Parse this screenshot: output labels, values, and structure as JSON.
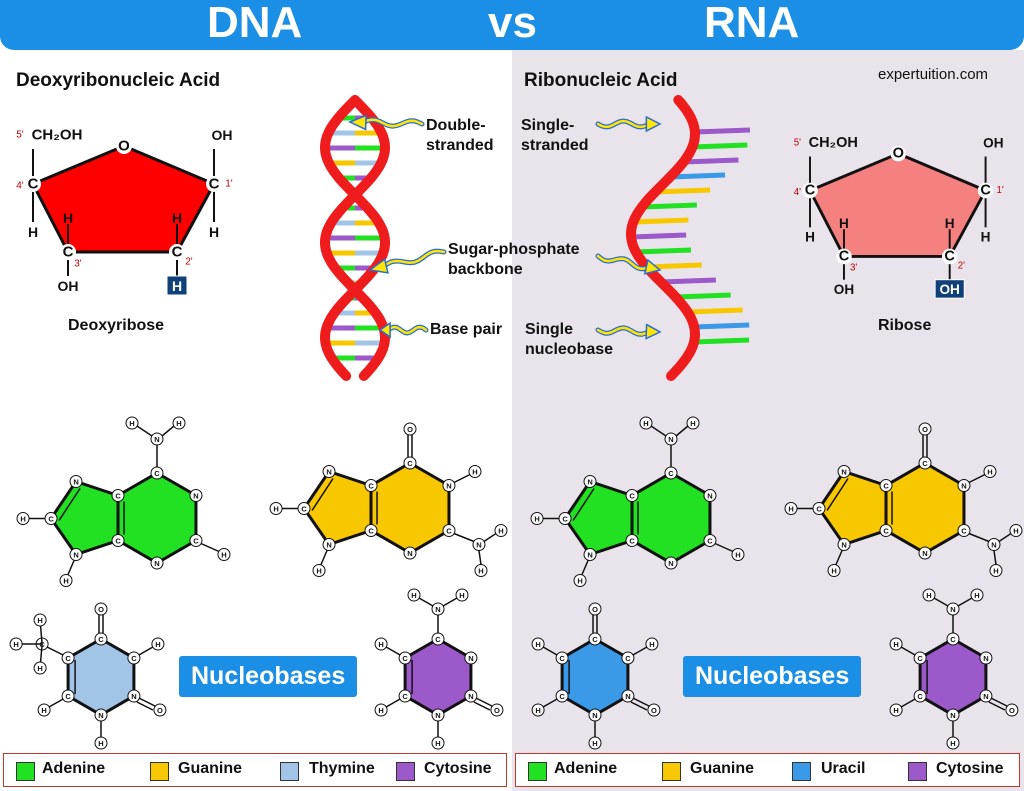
{
  "header": {
    "left": "DNA",
    "mid": "vs",
    "right": "RNA"
  },
  "credit": "expertuition.com",
  "dna": {
    "title": "Deoxyribonucleic Acid",
    "sugar_name": "Deoxyribose",
    "helix_labels": [
      "Double-\nstranded",
      "Sugar-phosphate\nbackbone",
      "Base pair"
    ],
    "sugar": {
      "c5": "5'",
      "ch2oh": "CH₂OH",
      "o": "O",
      "oh1": "OH",
      "c1": "1'",
      "c4": "4'",
      "c3": "3'",
      "c2": "2'",
      "h": "H",
      "oh3": "OH",
      "c": "C",
      "sub2": "H"
    }
  },
  "rna": {
    "title": "Ribonucleic Acid",
    "sugar_name": "Ribose",
    "helix_labels": [
      "Single-\nstranded",
      "Single\nnucleobase"
    ],
    "sugar": {
      "c5": "5'",
      "ch2oh": "CH₂OH",
      "o": "O",
      "oh1": "OH",
      "c1": "1'",
      "c4": "4'",
      "c3": "3'",
      "c2": "2'",
      "h": "H",
      "oh3": "OH",
      "c": "C",
      "sub2": "OH"
    }
  },
  "nucleobases_label": "Nucleobases",
  "atoms": {
    "c": "C",
    "n": "N",
    "h": "H",
    "o": "O"
  },
  "colors": {
    "adenine": "#22e022",
    "guanine": "#f7c800",
    "thymine": "#a2c4e6",
    "uracil": "#3a9ae8",
    "cytosine": "#9b59c9",
    "helix": "#ee1c1c",
    "dna_sugar": "#ff0000",
    "rna_sugar": "#f48080",
    "accent": "#1b8fe6"
  },
  "legend_dna": [
    {
      "label": "Adenine",
      "color": "#22e022"
    },
    {
      "label": "Guanine",
      "color": "#f7c800"
    },
    {
      "label": "Thymine",
      "color": "#a2c4e6"
    },
    {
      "label": "Cytosine",
      "color": "#9b59c9"
    }
  ],
  "legend_rna": [
    {
      "label": "Adenine",
      "color": "#22e022"
    },
    {
      "label": "Guanine",
      "color": "#f7c800"
    },
    {
      "label": "Uracil",
      "color": "#3a9ae8"
    },
    {
      "label": "Cytosine",
      "color": "#9b59c9"
    }
  ]
}
